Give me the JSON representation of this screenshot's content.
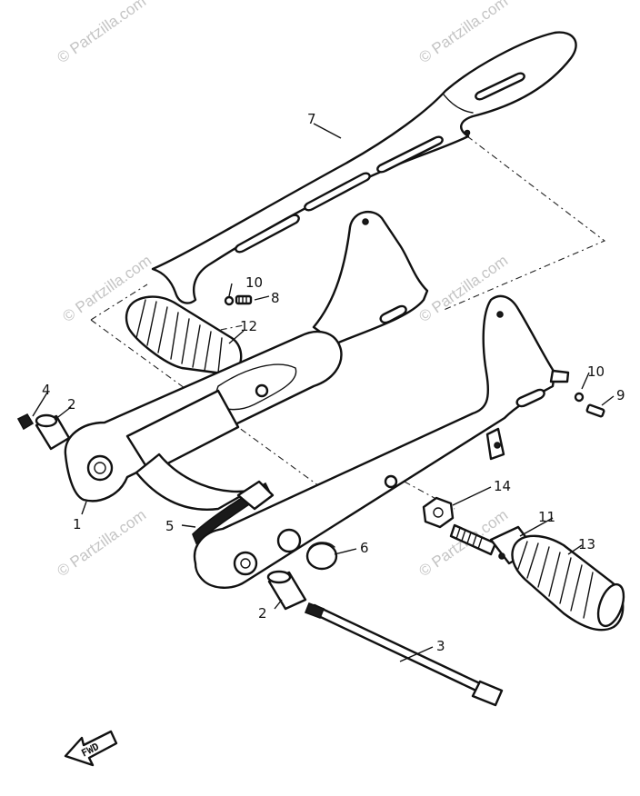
{
  "watermark": {
    "text": "© Partzilla.com"
  },
  "fwd_label": "FWD",
  "callouts": {
    "c1": "1",
    "c2a": "2",
    "c2b": "2",
    "c3": "3",
    "c4": "4",
    "c5": "5",
    "c6": "6",
    "c7": "7",
    "c8": "8",
    "c9": "9",
    "c10a": "10",
    "c10b": "10",
    "c11": "11",
    "c12": "12",
    "c13": "13",
    "c14": "14"
  }
}
